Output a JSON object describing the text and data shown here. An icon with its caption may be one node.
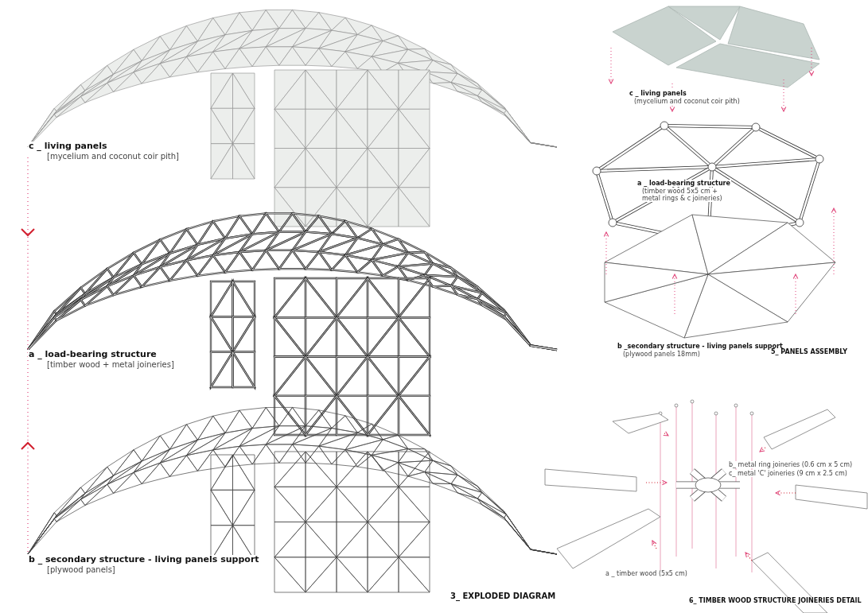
{
  "diagram": {
    "labels": [
      "c _ living panels",
      "[mycelium and coconut coir pith]",
      "c _ living panels",
      "(mycelium and coconut coir pith)",
      "a _ load-bearing structure",
      "(timber wood 5x5 cm + metal rings & c joineries)",
      "a _ load-bearing structure",
      "[timber wood + metal joineries]",
      "b _secondary structure - living panels support",
      "(plywood panels 18mm)",
      "5_ PANELS ASSEMBLY",
      "b_ metal ring joineries (0.6 cm x 5 cm)",
      "c_ metal 'C' joineries (9 cm x 2.5 cm)",
      "b _ secondary structure - living panels support",
      "[plywood panels]",
      "a _ timber wood (5x5 cm)",
      "3_ EXPLODED DIAGRAM",
      "6_ TIMBER WOOD STRUCTURE JOINERIES DETAIL"
    ]
  }
}
